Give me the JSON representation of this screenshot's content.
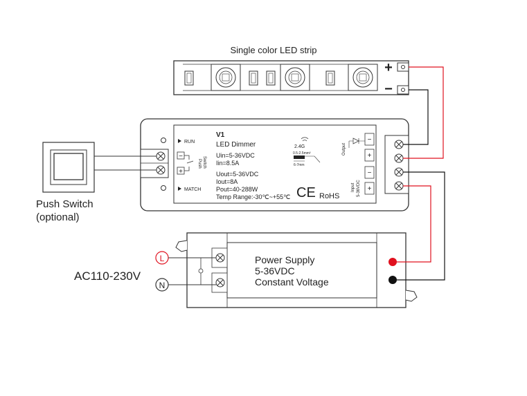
{
  "strip": {
    "title": "Single color LED strip",
    "plus": "+",
    "minus": "−"
  },
  "switch": {
    "line1": "Push Switch",
    "line2": "(optional)"
  },
  "ac": {
    "label": "AC110-230V",
    "live": "L",
    "neutral": "N"
  },
  "dimmer": {
    "model": "V1",
    "name": "LED Dimmer",
    "run": "RUN",
    "match": "MATCH",
    "push": "Push",
    "switch": "Switch",
    "uin": "Uin=5-36VDC",
    "iin": "Iin=8.5A",
    "uout": "Uout=5-36VDC",
    "iout": "Iout=8A",
    "pout": "Pout=40-288W",
    "temp": "Temp Range:-30℃~+55℃",
    "rf": "2.4G",
    "wire1": "0.5-2.5mm²",
    "wire2": "6-7mm",
    "ce": "CE",
    "rohs": "RoHS",
    "output": "Output",
    "input": "Input",
    "input_v": "5-36VDC",
    "sign_minus": "−",
    "sign_plus": "+"
  },
  "psu": {
    "line1": "Power Supply",
    "line2": "5-36VDC",
    "line3": "Constant Voltage"
  },
  "colors": {
    "red_wire": "#e0101e",
    "black_wire": "#111111",
    "outline": "#333333"
  }
}
